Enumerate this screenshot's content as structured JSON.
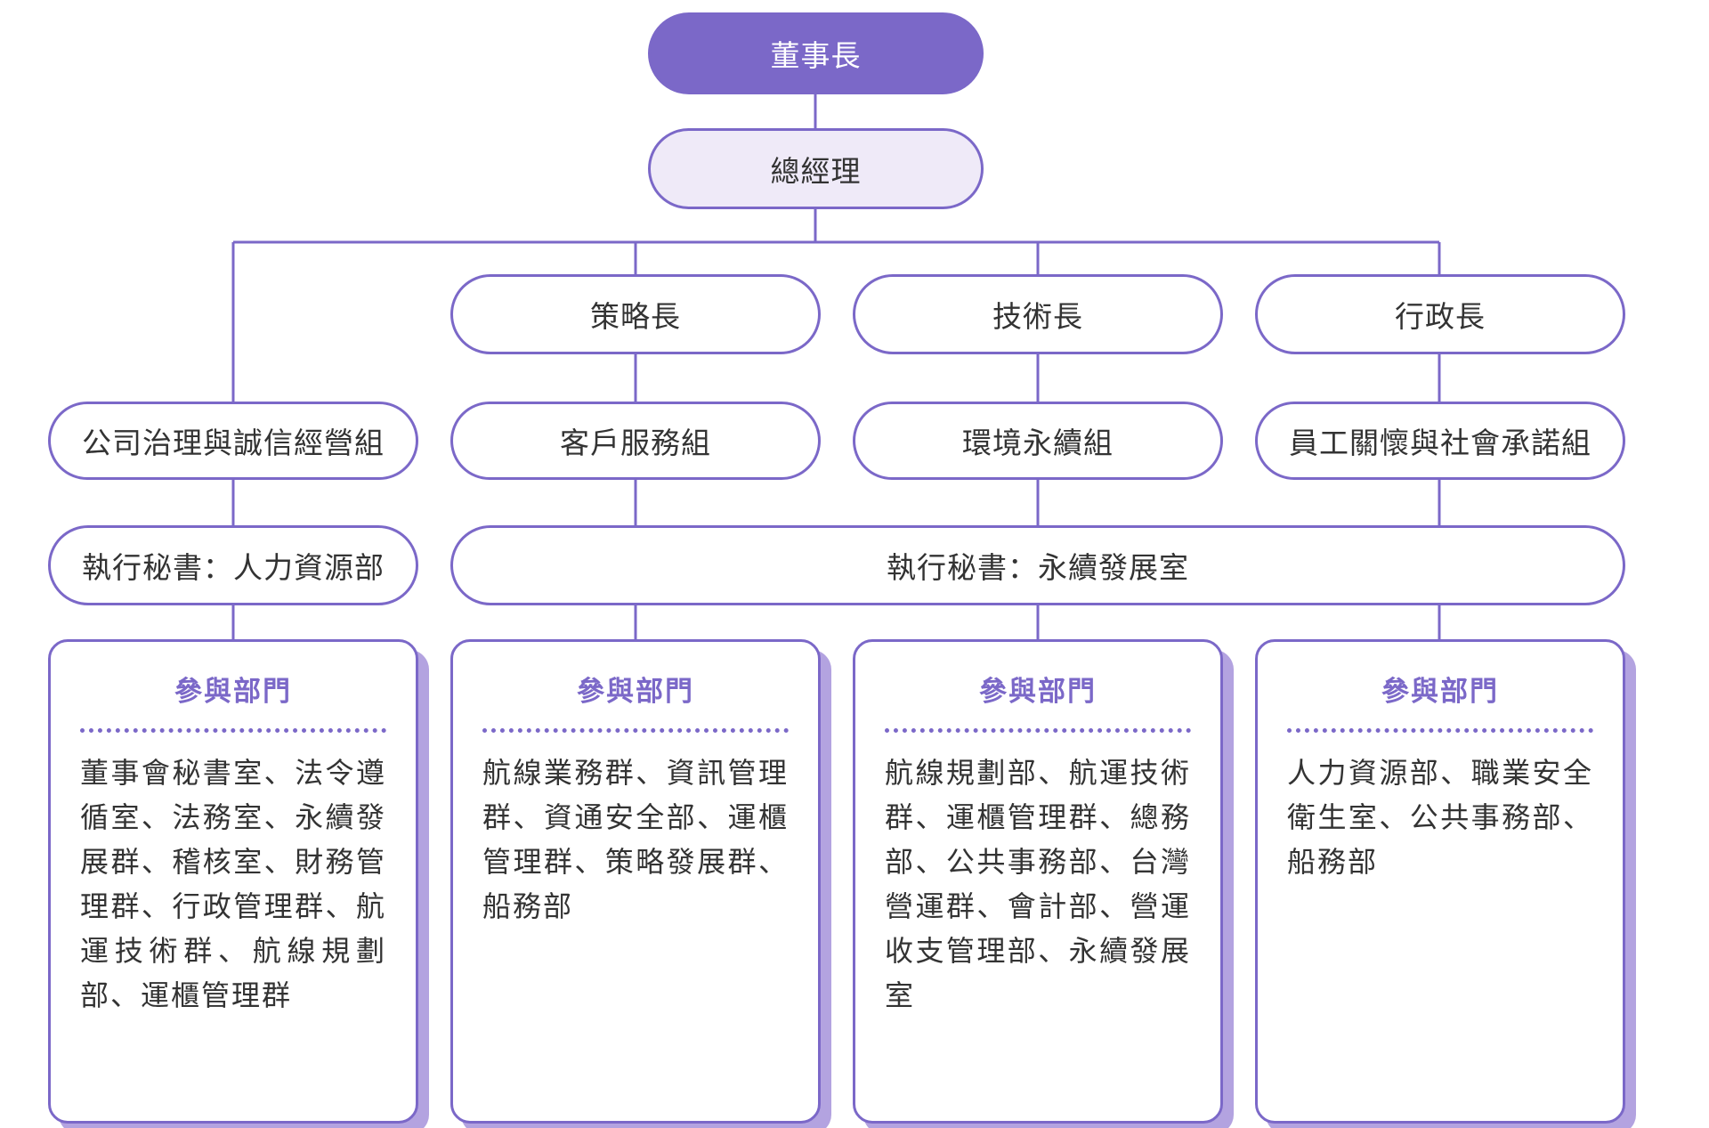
{
  "org": {
    "chairman": "董事長",
    "general_manager": "總經理",
    "chiefs": [
      "策略長",
      "技術長",
      "行政長"
    ],
    "groups": [
      "公司治理與誠信經營組",
      "客戶服務組",
      "環境永續組",
      "員工關懷與社會承諾組"
    ],
    "secretaries": [
      "執行秘書：人力資源部",
      "執行秘書：永續發展室"
    ],
    "cards": [
      {
        "title": "參與部門",
        "body": "董事會秘書室、法令遵循室、法務室、永續發展群、稽核室、財務管理群、行政管理群、航運技術群、航線規劃部、運櫃管理群"
      },
      {
        "title": "參與部門",
        "body": "航線業務群、資訊管理群、資通安全部、運櫃管理群、策略發展群、船務部"
      },
      {
        "title": "參與部門",
        "body": "航線規劃部、航運技術群、運櫃管理群、總務部、公共事務部、台灣營運群、會計部、營運收支管理部、永續發展室"
      },
      {
        "title": "參與部門",
        "body": "人力資源部、職業安全衛生室、公共事務部、船務部"
      }
    ]
  },
  "colors": {
    "accent": "#7b68c8",
    "accent_light": "#efeaf8",
    "shadow": "#b3a3e0",
    "text": "#333333"
  }
}
